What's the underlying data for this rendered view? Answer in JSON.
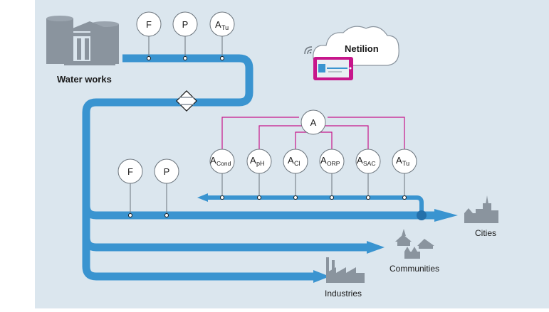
{
  "labels": {
    "water_works": "Water works",
    "netilion": "Netilion",
    "cities": "Cities",
    "communities": "Communities",
    "industries": "Industries"
  },
  "instruments": {
    "top": [
      {
        "main": "F",
        "sub": ""
      },
      {
        "main": "P",
        "sub": ""
      },
      {
        "main": "A",
        "sub": "Tu"
      }
    ],
    "middle": [
      {
        "main": "F",
        "sub": ""
      },
      {
        "main": "P",
        "sub": ""
      }
    ],
    "analyzer": {
      "main": "A",
      "sub": ""
    },
    "sensors": [
      {
        "main": "A",
        "sub": "Cond"
      },
      {
        "main": "A",
        "sub": "pH"
      },
      {
        "main": "A",
        "sub": "Cl"
      },
      {
        "main": "A",
        "sub": "ORP"
      },
      {
        "main": "A",
        "sub": "SAC"
      },
      {
        "main": "A",
        "sub": "Tu"
      }
    ]
  },
  "colors": {
    "background": "#dbe6ee",
    "pipe": "#3a94d0",
    "pipe_dark": "#2470aa",
    "signal": "#c7168b",
    "building": "#8a949e",
    "tablet": "#c7168b"
  }
}
